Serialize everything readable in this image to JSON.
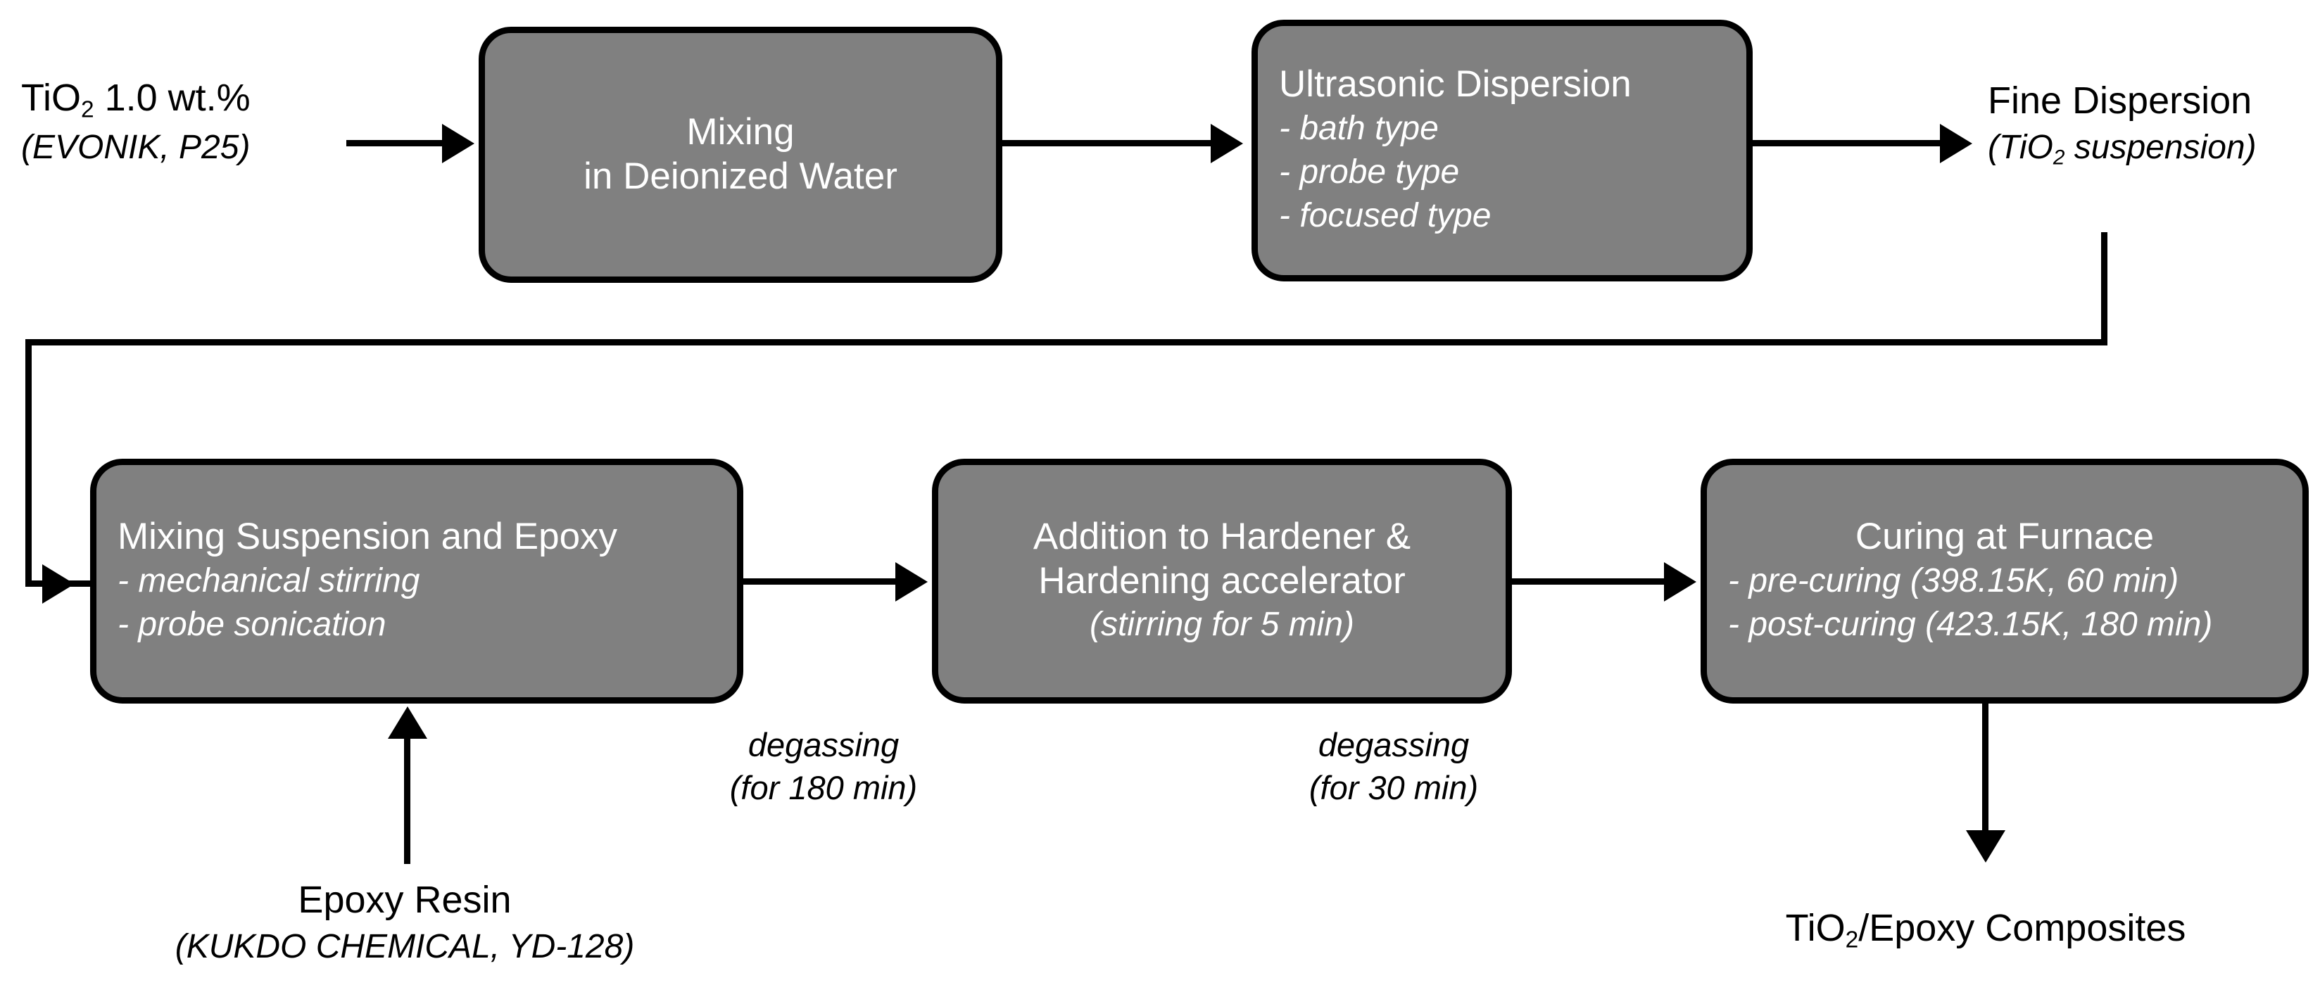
{
  "diagram": {
    "title": "TiO2/Epoxy composite fabrication process flowchart",
    "accent_box_fill": "#808080",
    "box_border_color": "#000000",
    "box_text_color": "#ffffff",
    "line_color": "#000000",
    "background": "#ffffff"
  },
  "inputs": {
    "tio2": {
      "main_pre": "TiO",
      "main_sub": "2",
      "main_post": " 1.0 wt.%",
      "paren": "(EVONIK, P25)"
    },
    "epoxy_resin": {
      "main": "Epoxy Resin",
      "paren": "(KUKDO CHEMICAL, YD-128)"
    }
  },
  "boxes": {
    "mixing_water": {
      "title": "Mixing\nin Deionized Water"
    },
    "ultrasonic_dispersion": {
      "title": "Ultrasonic Dispersion",
      "bullets": [
        "- bath type",
        "- probe type",
        "- focused type"
      ]
    },
    "mixing_suspension_epoxy": {
      "title": "Mixing Suspension and Epoxy",
      "bullets": [
        "- mechanical stirring",
        "- probe sonication"
      ]
    },
    "addition_hardener": {
      "title": "Addition to Hardener &\nHardening accelerator",
      "sub": "(stirring for 5 min)"
    },
    "curing_furnace": {
      "title": "Curing at Furnace",
      "bullets": [
        "- pre-curing (398.15K, 60 min)",
        "- post-curing (423.15K, 180 min)"
      ]
    }
  },
  "outputs": {
    "fine_dispersion": {
      "main": "Fine Dispersion",
      "paren_pre": "(TiO",
      "paren_sub": "2",
      "paren_post": " suspension)"
    },
    "composites": {
      "pre": "TiO",
      "sub": "2",
      "post": "/Epoxy Composites"
    }
  },
  "edge_notes": {
    "degassing_180": "degassing\n(for 180 min)",
    "degassing_30": "degassing\n(for 30 min)"
  }
}
